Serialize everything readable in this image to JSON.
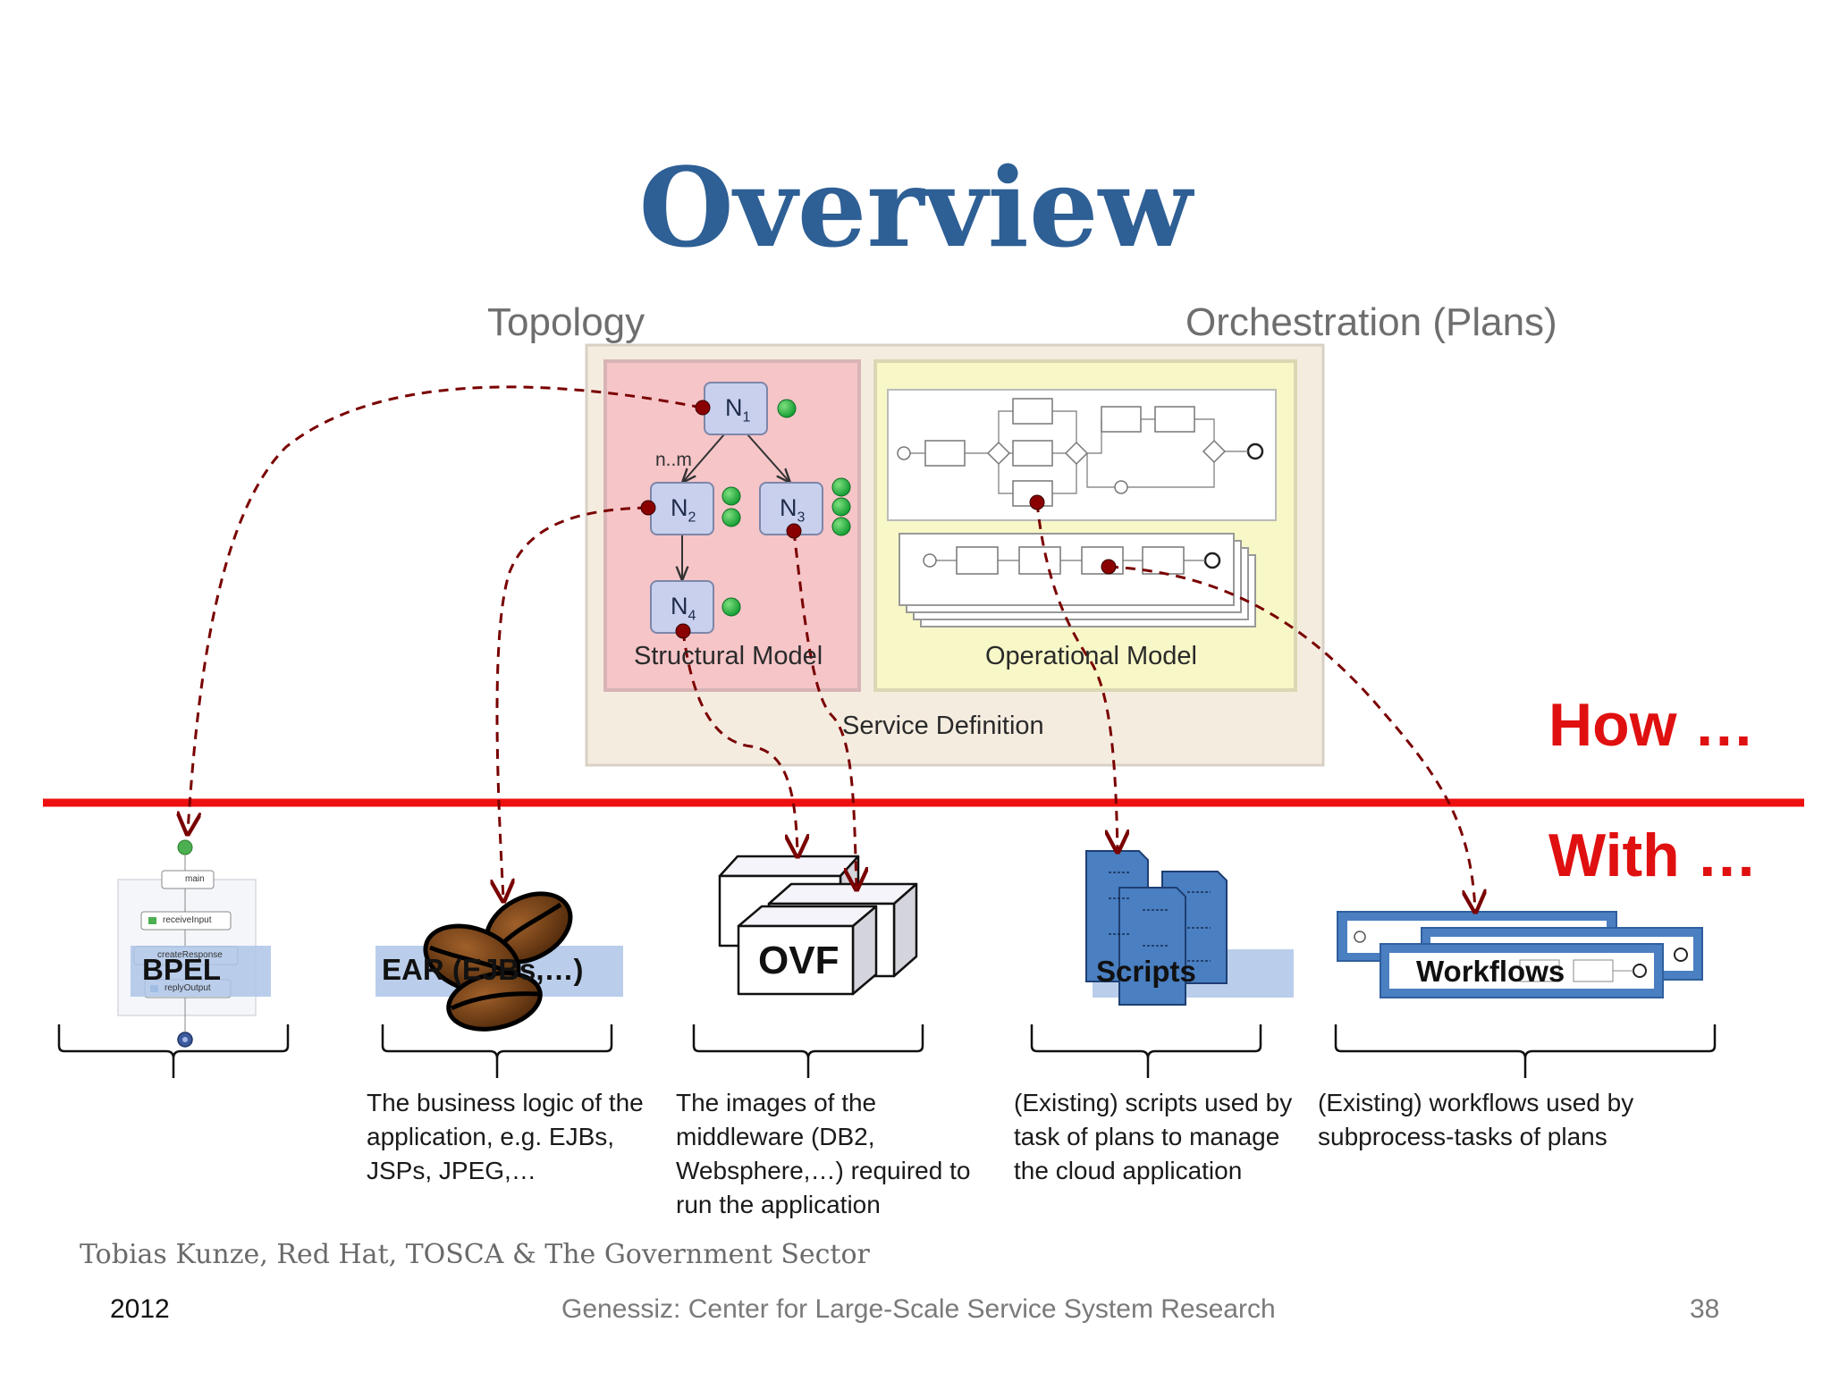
{
  "slide": {
    "title": "Overview",
    "topology_label": "Topology",
    "orchestration_label": "Orchestration (Plans)",
    "how_label": "How …",
    "with_label": "With …",
    "service_definition_label": "Service Definition"
  },
  "structural_model": {
    "label": "Structural Model",
    "multiplicity": "n..m",
    "nodes": [
      {
        "name": "N",
        "sub": "1"
      },
      {
        "name": "N",
        "sub": "2"
      },
      {
        "name": "N",
        "sub": "3"
      },
      {
        "name": "N",
        "sub": "4"
      }
    ]
  },
  "operational_model": {
    "label": "Operational Model"
  },
  "artifacts": {
    "bpel": {
      "label": "BPEL",
      "mini_labels": [
        "main",
        "receiveInput",
        "createResponse",
        "replyOutput"
      ]
    },
    "ear": {
      "label": "EAR (EJBs,…)",
      "description": "The business logic of the application, e.g. EJBs, JSPs, JPEG,…"
    },
    "ovf": {
      "label": "OVF",
      "description": "The images of the middleware (DB2, Websphere,…) required to run the application"
    },
    "scripts": {
      "label": "Scripts",
      "description": "(Existing) scripts used by task of plans to manage the cloud application"
    },
    "workflows": {
      "label": "Workflows",
      "description": "(Existing) workflows used by subprocess-tasks of plans"
    }
  },
  "footer": {
    "author": "Tobias Kunze, Red Hat, TOSCA & The Government Sector",
    "year": "2012",
    "center": "Genessiz: Center for Large-Scale Service System Research",
    "page": "38"
  },
  "colors": {
    "title": "#2e5f95",
    "accent_red": "#e01010",
    "dashed_arrow": "#7a0000",
    "node_fill": "#c8d0ee",
    "structural_bg": "#f5c5c8",
    "operational_bg": "#f7f7c7",
    "service_def_bg": "#f5ece0",
    "file_blue": "#4a7fc1"
  }
}
